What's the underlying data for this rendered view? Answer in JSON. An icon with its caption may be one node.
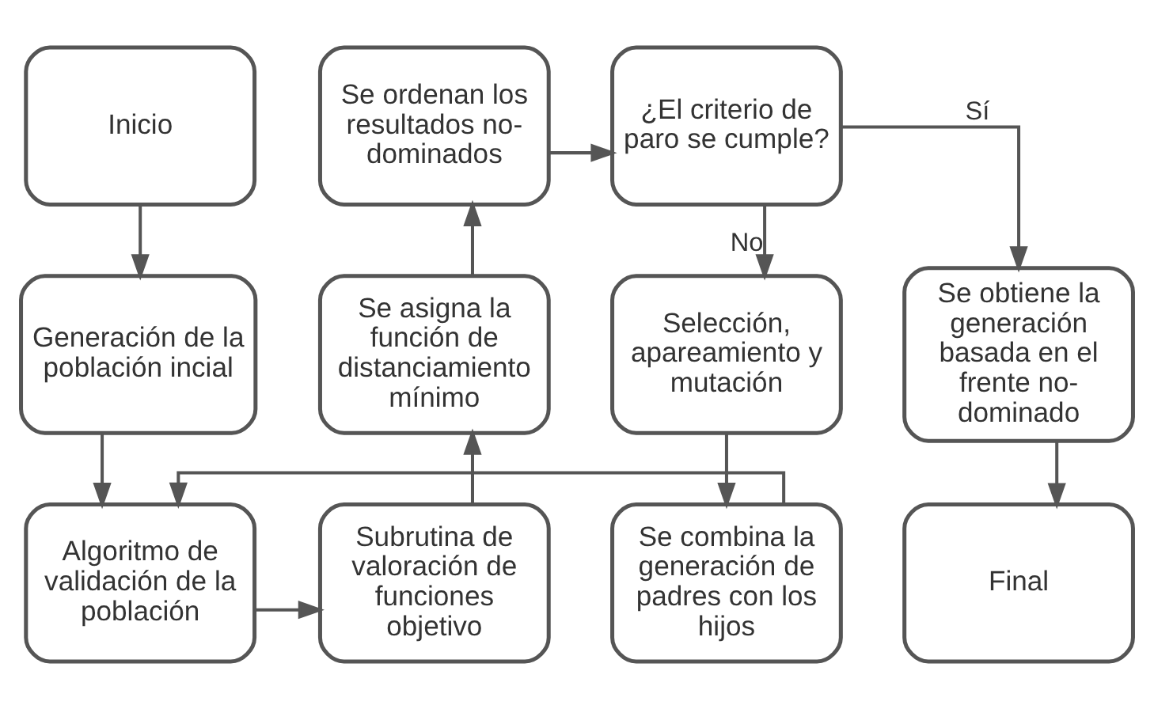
{
  "diagram": {
    "nodes": [
      {
        "text": [
          "Inicio"
        ]
      },
      {
        "text": [
          "Se ordenan los resultados no-dominados"
        ]
      },
      {
        "text": [
          "¿El criterio de paro se cumple?"
        ]
      },
      {
        "text": [
          "Generación de la población incial"
        ]
      },
      {
        "text": [
          "Se asigna la función de distanciamiento mínimo"
        ]
      },
      {
        "text": [
          "Selección, apareamiento y mutación"
        ]
      },
      {
        "text": [
          "Se obtiene la generación basada en el frente no-dominado"
        ]
      },
      {
        "text": [
          "Algoritmo de validación de la población"
        ]
      },
      {
        "text": [
          "Subrutina de valoración de funciones objetivo"
        ]
      },
      {
        "text": [
          "Se combina la generación de padres con los hijos"
        ]
      },
      {
        "text": [
          "Final"
        ]
      }
    ],
    "edges": [
      {
        "from": 0,
        "to": 3,
        "arrow": "to"
      },
      {
        "from": 3,
        "to": 7,
        "arrow": "to"
      },
      {
        "from": 7,
        "to": 8,
        "arrow": "to"
      },
      {
        "from": 8,
        "to": 4,
        "arrow": "to"
      },
      {
        "from": 4,
        "to": 1,
        "arrow": "to"
      },
      {
        "from": 1,
        "to": 2,
        "arrow": "to"
      },
      {
        "from": 2,
        "to": 5,
        "arrow": "to",
        "label": "No"
      },
      {
        "from": 2,
        "to": 6,
        "arrow": "to",
        "label": "Sí"
      },
      {
        "from": 5,
        "to": 9,
        "arrow": "to"
      },
      {
        "from": 9,
        "to": 7,
        "arrow": "to"
      },
      {
        "from": 6,
        "to": 10,
        "arrow": "to"
      }
    ]
  }
}
